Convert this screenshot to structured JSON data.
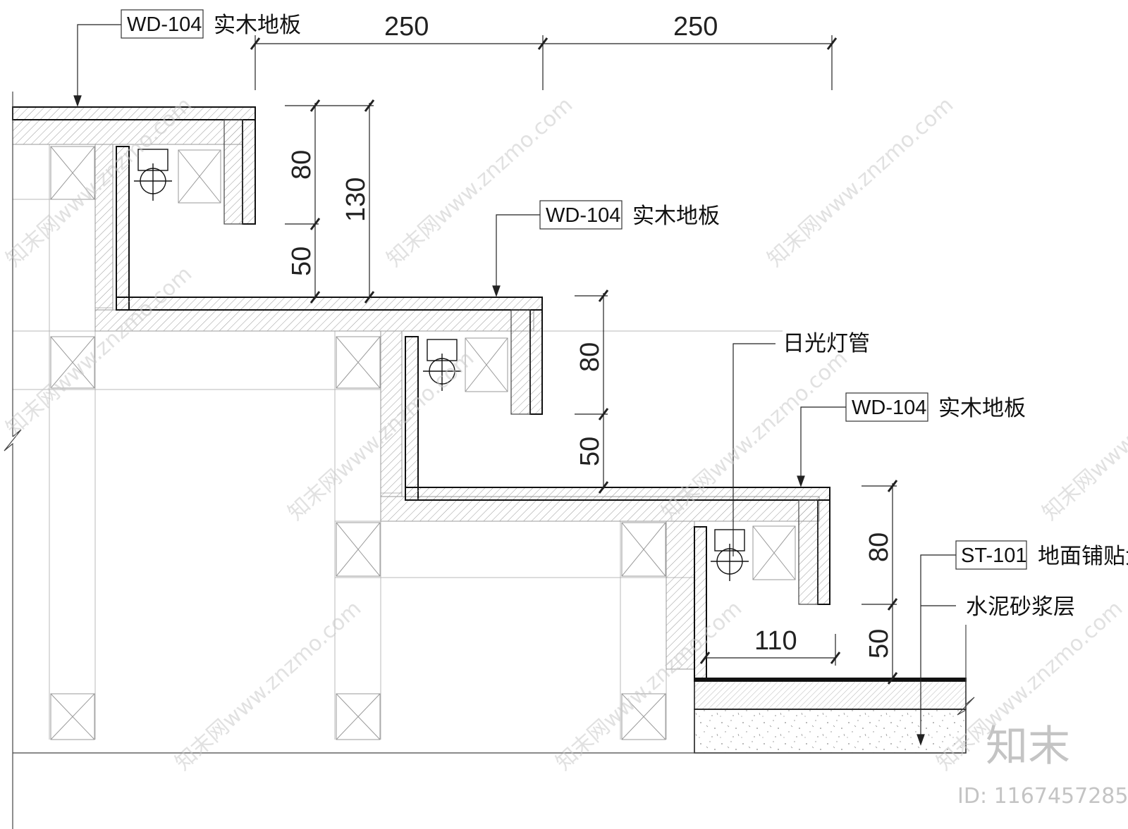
{
  "labels": {
    "tag1": "WD-104",
    "tag1_text": "实木地板",
    "tag2": "WD-104",
    "tag2_text": "实木地板",
    "tag3": "WD-104",
    "tag3_text": "实木地板",
    "tag4": "ST-101",
    "tag4_text": "地面铺贴大",
    "lamp": "日光灯管",
    "mortar": "水泥砂浆层"
  },
  "dimensions": {
    "top_left": "250",
    "top_right": "250",
    "step1_rise_upper": "80",
    "step1_rise_lower": "50",
    "step1_total": "130",
    "step2_rise_upper": "80",
    "step2_rise_lower": "50",
    "step3_rise_upper": "80",
    "step3_rise_lower": "50",
    "recess_depth": "110"
  },
  "watermark": {
    "text": "知末网www.znzmo.com",
    "brand": "知末",
    "id": "ID: 1167457285"
  }
}
